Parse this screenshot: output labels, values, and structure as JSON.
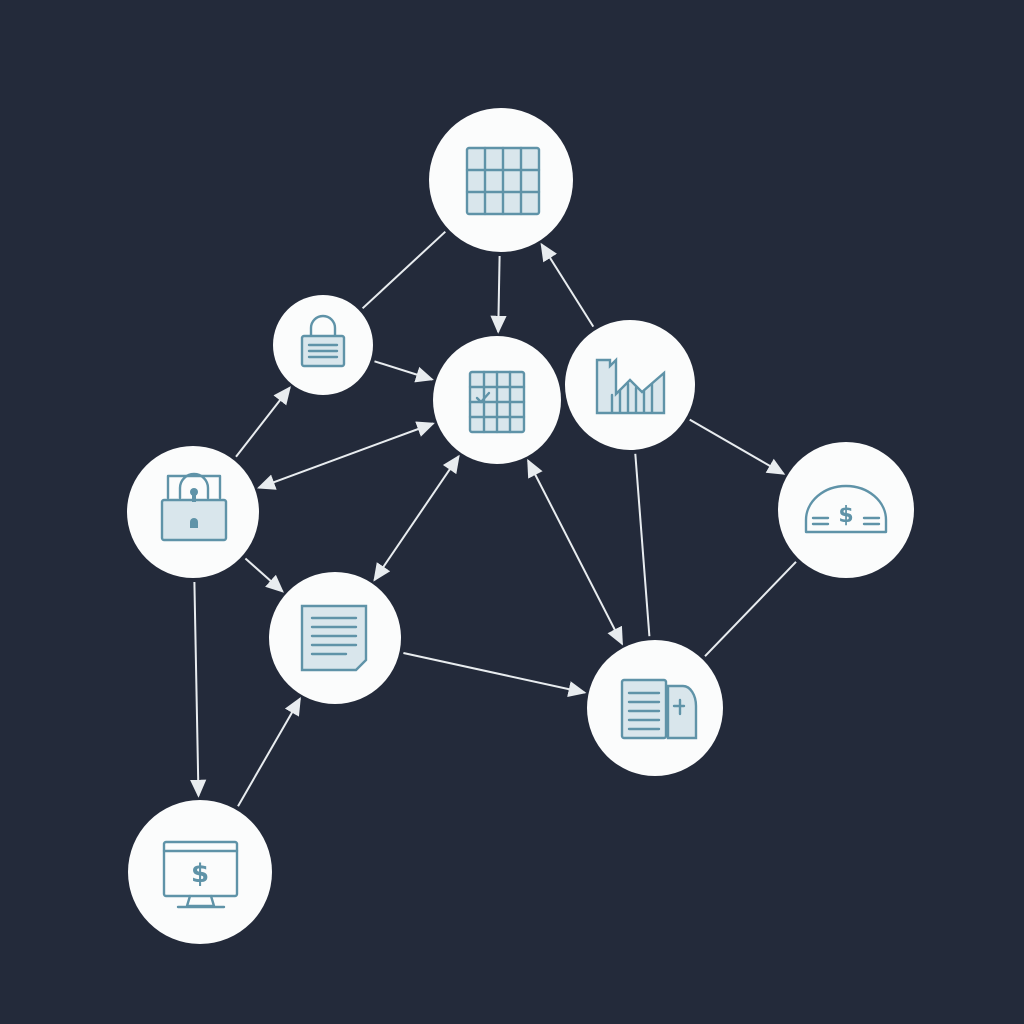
{
  "diagram": {
    "background": "#232a3a",
    "node_fill": "#fbfcfc",
    "icon_color": "#5f93a8",
    "edge_color": "#e8ecef",
    "nodes": [
      {
        "id": "grid-top",
        "icon": "table-grid-icon"
      },
      {
        "id": "lock",
        "icon": "padlock-icon"
      },
      {
        "id": "spreadsheet",
        "icon": "spreadsheet-icon"
      },
      {
        "id": "chart",
        "icon": "area-chart-icon"
      },
      {
        "id": "safe",
        "icon": "keyhole-safe-icon"
      },
      {
        "id": "dollar-gauge",
        "icon": "dollar-gauge-icon",
        "text": "$"
      },
      {
        "id": "document",
        "icon": "document-icon"
      },
      {
        "id": "report-coin",
        "icon": "report-coin-icon"
      },
      {
        "id": "monitor",
        "icon": "monitor-dollar-icon",
        "text": "$"
      }
    ],
    "edges": [
      {
        "from": "grid-top",
        "to": "lock",
        "arrow": "none"
      },
      {
        "from": "grid-top",
        "to": "spreadsheet",
        "arrow": "end"
      },
      {
        "from": "chart",
        "to": "grid-top",
        "arrow": "end"
      },
      {
        "from": "lock",
        "to": "spreadsheet",
        "arrow": "end"
      },
      {
        "from": "safe",
        "to": "lock",
        "arrow": "end"
      },
      {
        "from": "safe",
        "to": "spreadsheet",
        "arrow": "both"
      },
      {
        "from": "document",
        "to": "spreadsheet",
        "arrow": "both"
      },
      {
        "from": "report-coin",
        "to": "spreadsheet",
        "arrow": "both"
      },
      {
        "from": "chart",
        "to": "dollar-gauge",
        "arrow": "end"
      },
      {
        "from": "chart",
        "to": "report-coin",
        "arrow": "none"
      },
      {
        "from": "dollar-gauge",
        "to": "report-coin",
        "arrow": "none"
      },
      {
        "from": "safe",
        "to": "document",
        "arrow": "end"
      },
      {
        "from": "document",
        "to": "report-coin",
        "arrow": "end"
      },
      {
        "from": "safe",
        "to": "monitor",
        "arrow": "end"
      },
      {
        "from": "monitor",
        "to": "document",
        "arrow": "end"
      }
    ]
  }
}
